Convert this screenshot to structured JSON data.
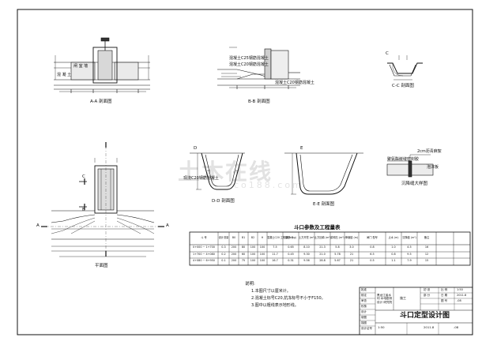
{
  "watermark": {
    "text": "土木在线",
    "sub": "co188.com"
  },
  "views": {
    "aa": "A-A 剖面图",
    "bb": "B-B 剖面图",
    "cc": "C-C 剖面图",
    "dd": "D-D 剖面图",
    "ee": "E-E 剖面图",
    "plan": "平面图",
    "joint": "沉降缝大样图"
  },
  "annotations": {
    "aa_left": "闸 室 墙",
    "aa_left2": "混 凝 土",
    "bb_top1": "混凝土C25钢筋混凝土",
    "bb_top2": "混凝土C20钢筋混凝土",
    "bb_bot": "混凝土C20钢筋混凝土",
    "dd_note": "现浇C20钢筋混凝土",
    "joint_note1": "聚氨酯嵌缝密封胶",
    "joint_note2": "2cm沥青麻絮",
    "joint_note3": "泡沫板"
  },
  "section_marks": {
    "A": "A",
    "B": "B",
    "C": "C",
    "D": "D",
    "E": "E"
  },
  "table": {
    "title": "斗口参数及工程量表",
    "headers": [
      "斗 号",
      "设计流量",
      "B0",
      "B1",
      "B2",
      "H",
      "混凝土C20 工程量(m³)",
      "钢筋 (kg)",
      "土方开挖 (m³)",
      "土方回填 (m³)",
      "浆砌石 (m³)",
      "伸缩缝 (m)",
      "闸门 型号",
      "止水 (m)",
      "沉降缝 (m²)",
      "备注"
    ],
    "rows": [
      [
        "0+000 ~ 1+700",
        "0.3",
        "200",
        "80",
        "100",
        "100",
        "7.5",
        "0.65",
        "8.10",
        "21.3",
        "5.8",
        "3.0",
        "0.8",
        "1.0",
        "4.5",
        "16"
      ],
      [
        "1+700 ~ 4+080",
        "0.2",
        "200",
        "60",
        "100",
        "100",
        "11.7",
        "0.45",
        "9.30",
        "21.0",
        "5.78",
        "21",
        "6.5",
        "0.8",
        "9.5",
        "12"
      ],
      [
        "4+080 ~ 6+950",
        "0.1",
        "200",
        "75",
        "100",
        "100",
        "16.7",
        "0.31",
        "9.56",
        "28.8",
        "5.67",
        "21",
        "0.5",
        "1.1",
        "7.9",
        "15"
      ]
    ]
  },
  "notes": {
    "title": "说明:",
    "items": [
      "1.本图尺寸以厘米计。",
      "2.混凝土标号C20,抗冻标号不小于F150。",
      "3.图中以粗线表示地形线。"
    ]
  },
  "title_block": {
    "drawing_title": "斗口定型设计图",
    "left_labels": [
      "批准",
      "核定",
      "审查",
      "校核",
      "设计",
      "制图",
      "描图",
      "设计证号"
    ],
    "design_unit": "黑龙江省水利 水电勘测设计 研究院",
    "stage": "施工",
    "labels": [
      "初 设",
      "部 分",
      "比 例",
      "日 期",
      "图 号"
    ],
    "scale": "1:50",
    "date": "2011.8",
    "sheet_no": "-08"
  }
}
